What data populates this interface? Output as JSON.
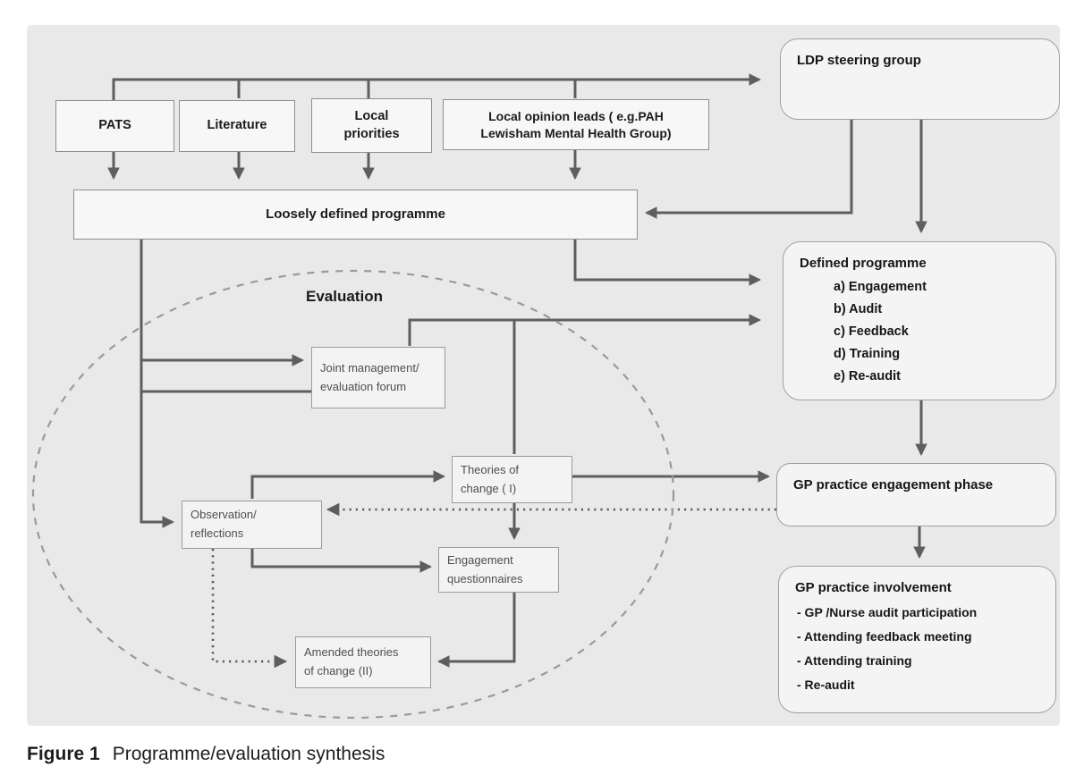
{
  "caption": {
    "label": "Figure 1",
    "text": "Programme/evaluation synthesis"
  },
  "colors": {
    "panel_bg": "#e9e9e9",
    "box_fill": "#f7f7f7",
    "box_border": "#8f8f8f",
    "connector": "#5e5e5e",
    "text_dark": "#1b1b1b",
    "text_gray": "#4f4f4f"
  },
  "nodes": {
    "pats": {
      "label": "PATS"
    },
    "literature": {
      "label": "Literature"
    },
    "local_priorities": {
      "text": "Local\npriorities"
    },
    "local_opinion": {
      "text": "Local opinion leads ( e.g.PAH\nLewisham Mental Health Group)"
    },
    "loosely_defined": {
      "label": "Loosely defined programme"
    },
    "ldp_steering": {
      "label": "LDP steering group"
    },
    "defined_programme": {
      "title": "Defined programme",
      "items": [
        "a) Engagement",
        "b) Audit",
        "c) Feedback",
        "d) Training",
        "e) Re-audit"
      ]
    },
    "evaluation": {
      "label": "Evaluation"
    },
    "joint_forum": {
      "text": "Joint management/\nevaluation forum"
    },
    "theories_of_change": {
      "text": "Theories of\nchange ( I)"
    },
    "observation": {
      "text": "Observation/\nreflections"
    },
    "engagement_questionnaires": {
      "text": "Engagement\nquestionnaires"
    },
    "amended_theories": {
      "text": "Amended theories\nof change (II)"
    },
    "gp_engagement": {
      "label": "GP practice engagement phase"
    },
    "gp_involvement": {
      "title": "GP practice involvement",
      "bullet_prefix": "-  ",
      "items": [
        "GP /Nurse audit participation",
        "Attending feedback meeting",
        "Attending training",
        "Re-audit"
      ]
    }
  }
}
